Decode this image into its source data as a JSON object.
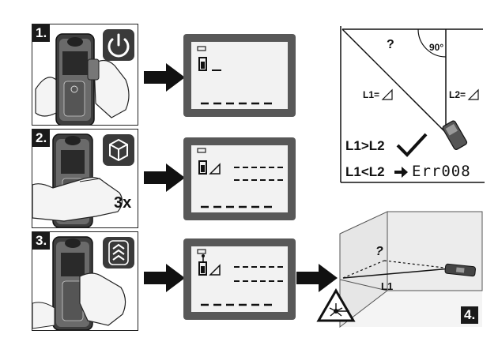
{
  "steps": [
    {
      "number": "1.",
      "press_label": ""
    },
    {
      "number": "2.",
      "press_label": "3x"
    },
    {
      "number": "3.",
      "press_label": ""
    }
  ],
  "step4": {
    "number": "4.",
    "room_question": "?",
    "room_line_label": "L1"
  },
  "geometry": {
    "question": "?",
    "angle_label": "90°",
    "l1_label": "L1=",
    "l2_label": "L2=",
    "rule_ok": "L1>L2",
    "rule_err": "L1<L2",
    "error_code": "Err008"
  },
  "icons": [
    "power-icon",
    "indirect-measure-icon",
    "triple-chevron-icon",
    "laser-warning-icon",
    "checkmark-icon",
    "arrow-right-icon"
  ],
  "colors": {
    "lcd_frame": "#585858",
    "lcd_screen": "#f2f2f2",
    "icon_bg": "#3a3a3a",
    "ink": "#111111"
  }
}
